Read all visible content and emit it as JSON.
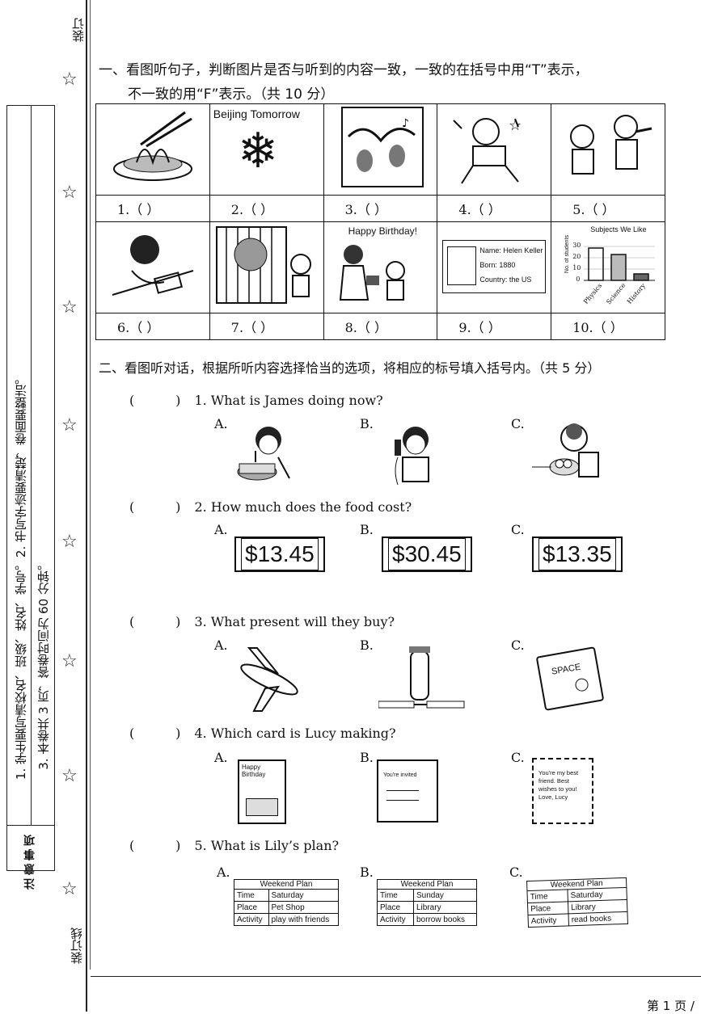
{
  "binding": {
    "top_label": "装订",
    "bottom_label": "装订线",
    "notes_title": "注意事项",
    "note1": "1. 学生要写清校名、班级、姓名、学号。",
    "note2": "2. 书写字迹要清楚，卷面要整洁。",
    "note3": "3. 本卷共 3 页，答卷时间为 60 分钟。",
    "star_icon": "☆"
  },
  "section1": {
    "title_line1": "一、看图听句子，判断图片是否与听到的内容一致，一致的在括号中用“T”表示，",
    "title_line2": "不一致的用“F”表示。（共 10 分）",
    "row1": [
      "1.（        ）",
      "2.（        ）",
      "3.（        ）",
      "4.（        ）",
      "5.（        ）"
    ],
    "row2": [
      "6.（        ）",
      "7.（        ）",
      "8.（        ）",
      "9.（        ）",
      "10.（        ）"
    ],
    "pic2_text": "Beijing  Tomorrow",
    "pic8_text": "Happy Birthday!",
    "pic9_name": "Name: Helen Keller",
    "pic9_born": "Born: 1880",
    "pic9_country": "Country: the US",
    "pic10_title": "Subjects We Like",
    "pic10_ylabel": "No. of students",
    "pic10_ticks": [
      "30",
      "20",
      "10",
      "0"
    ],
    "pic10_cats": [
      "Physics",
      "Science",
      "History"
    ]
  },
  "section2": {
    "title": "二、看图听对话，根据所听内容选择恰当的选项，将相应的标号填入括号内。（共 5 分）",
    "paren": "(          )",
    "q1": "1. What is James doing now?",
    "q2": "2. How much does the food cost?",
    "q3": "3. What present will they buy?",
    "q4": "4. Which card is Lucy making?",
    "q5": "5. What is Lily’s plan?",
    "opt_a": "A.",
    "opt_b": "B.",
    "opt_c": "C.",
    "prices": [
      "$13.45",
      "$30.45",
      "$13.35"
    ],
    "book_text": "SPACE",
    "card_a": "Happy Birthday",
    "card_b": "You're invited",
    "card_c": "You're my best friend. Best wishes to you! Love, Lucy",
    "plans": [
      {
        "header": "Weekend Plan",
        "time": "Saturday",
        "place": "Pet Shop",
        "activity": "play with friends"
      },
      {
        "header": "Weekend Plan",
        "time": "Sunday",
        "place": "Library",
        "activity": "borrow books"
      },
      {
        "header": "Weekend Plan",
        "time": "Saturday",
        "place": "Library",
        "activity": "read books"
      }
    ],
    "plan_labels": {
      "time": "Time",
      "place": "Place",
      "activity": "Activity"
    }
  },
  "footer": {
    "page": "第 1 页 /"
  }
}
